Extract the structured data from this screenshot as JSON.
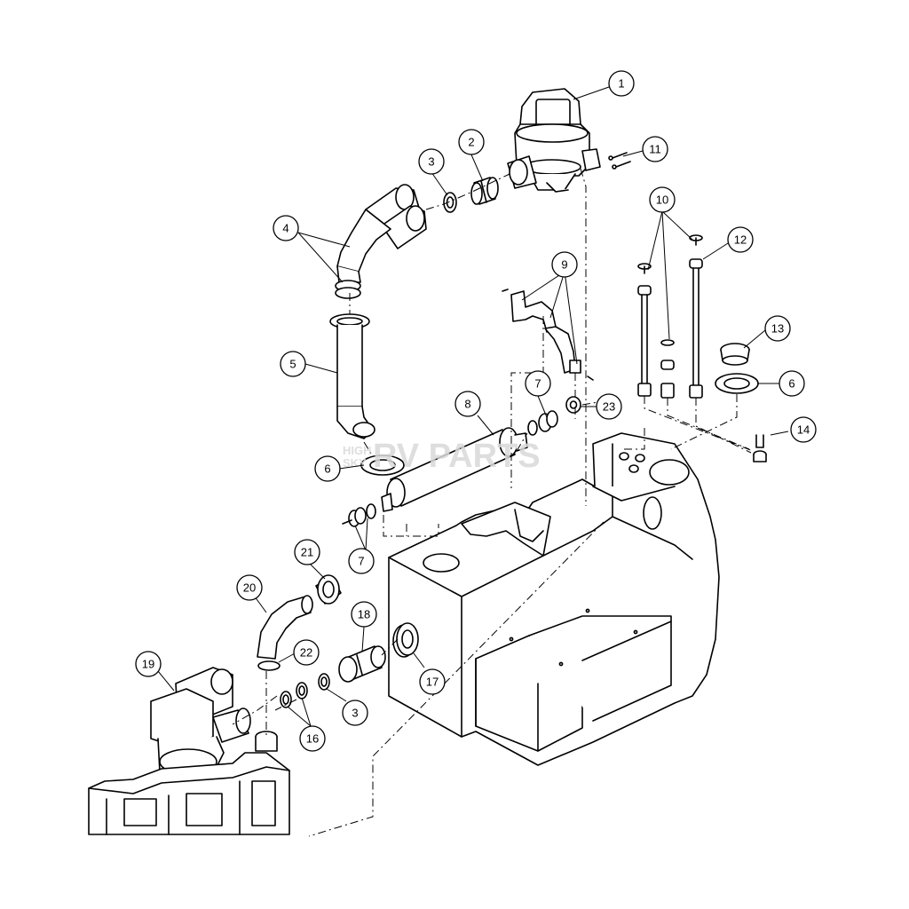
{
  "watermark": {
    "small_line_1": "HIGH",
    "small_line_2": "SKY",
    "main": "RV PARTS"
  },
  "callouts": [
    {
      "id": "c1",
      "label": "1"
    },
    {
      "id": "c2",
      "label": "2"
    },
    {
      "id": "c3a",
      "label": "3"
    },
    {
      "id": "c3b",
      "label": "3"
    },
    {
      "id": "c4",
      "label": "4"
    },
    {
      "id": "c5",
      "label": "5"
    },
    {
      "id": "c6a",
      "label": "6"
    },
    {
      "id": "c6b",
      "label": "6"
    },
    {
      "id": "c7a",
      "label": "7"
    },
    {
      "id": "c7b",
      "label": "7"
    },
    {
      "id": "c8",
      "label": "8"
    },
    {
      "id": "c9",
      "label": "9"
    },
    {
      "id": "c10",
      "label": "10"
    },
    {
      "id": "c11",
      "label": "11"
    },
    {
      "id": "c12",
      "label": "12"
    },
    {
      "id": "c13",
      "label": "13"
    },
    {
      "id": "c14",
      "label": "14"
    },
    {
      "id": "c16",
      "label": "16"
    },
    {
      "id": "c17",
      "label": "17"
    },
    {
      "id": "c18",
      "label": "18"
    },
    {
      "id": "c19",
      "label": "19"
    },
    {
      "id": "c20",
      "label": "20"
    },
    {
      "id": "c21",
      "label": "21"
    },
    {
      "id": "c22",
      "label": "22"
    },
    {
      "id": "c23",
      "label": "23"
    }
  ],
  "colors": {
    "line": "#000000",
    "background": "#ffffff",
    "watermark": "#d9d9d9"
  }
}
